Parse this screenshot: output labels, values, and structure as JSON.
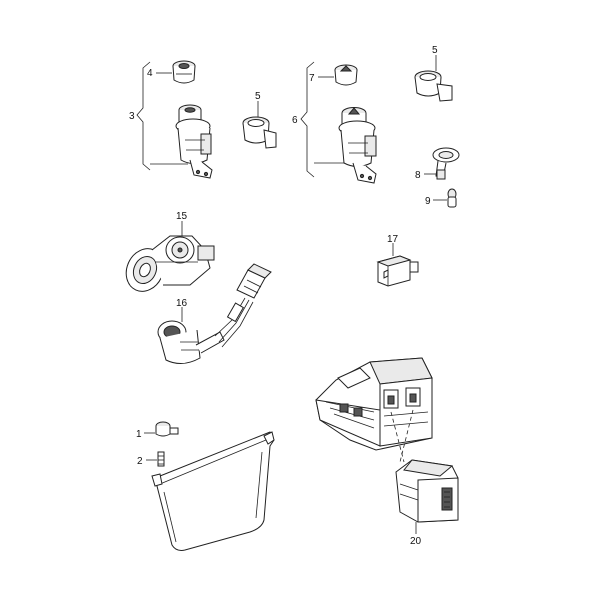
{
  "callouts": {
    "c1": "1",
    "c2": "2",
    "c3": "3",
    "c4": "4",
    "c5a": "5",
    "c5b": "5",
    "c6": "6",
    "c7": "7",
    "c8": "8",
    "c9": "9",
    "c15": "15",
    "c16": "16",
    "c17": "17",
    "c20": "20"
  }
}
